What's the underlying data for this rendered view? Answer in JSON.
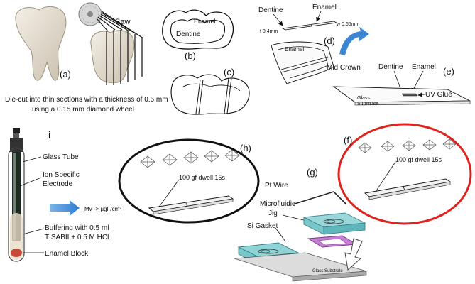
{
  "panel_a": {
    "label": "(a)",
    "saw_label": "Saw",
    "caption_line1": "Die-cut into thin sections with a thickness of 0.6 mm",
    "caption_line2": "using a 0.15 mm diamond wheel"
  },
  "panel_b": {
    "label": "(b)",
    "enamel": "Enamel",
    "dentine": "Dentine"
  },
  "panel_c": {
    "label": "(c)"
  },
  "panel_d": {
    "label": "(d)",
    "dentine": "Dentine",
    "enamel": "Enamel",
    "thickness": "t 0.4mm",
    "width": "w 0.65mm",
    "section_enamel": "Enamel",
    "mid_crown": "Mid Crown"
  },
  "panel_e": {
    "label": "(e)",
    "dentine": "Dentine",
    "enamel": "Enamel",
    "uv_glue": "UV Glue",
    "glass_line1": "Glass",
    "glass_line2": "Substrate"
  },
  "panel_f": {
    "label": "(f)",
    "dwell": "100 gf dwell 15s",
    "highlight_color": "#e0231d"
  },
  "panel_h": {
    "label": "(h)",
    "dwell": "100 gf dwell 15s"
  },
  "panel_g": {
    "label": "(g)",
    "pt_wire": "Pt Wire",
    "jig_line1": "Microfluidic",
    "jig_line2": "Jig",
    "si_gasket": "Si Gasket",
    "substrate": "Glass Substrate"
  },
  "panel_i": {
    "label": "i",
    "glass_tube": "Glass Tube",
    "ise_line1": "Ion Specific",
    "ise_line2": "Electrode",
    "conversion": "Mv -> μgF/cm²",
    "buffer_line1": "Buffering with 0.5 ml",
    "buffer_line2": "TISABII + 0.5 M HCl",
    "enamel_block": "Enamel Block",
    "arrow_color": "#4a90d9"
  }
}
